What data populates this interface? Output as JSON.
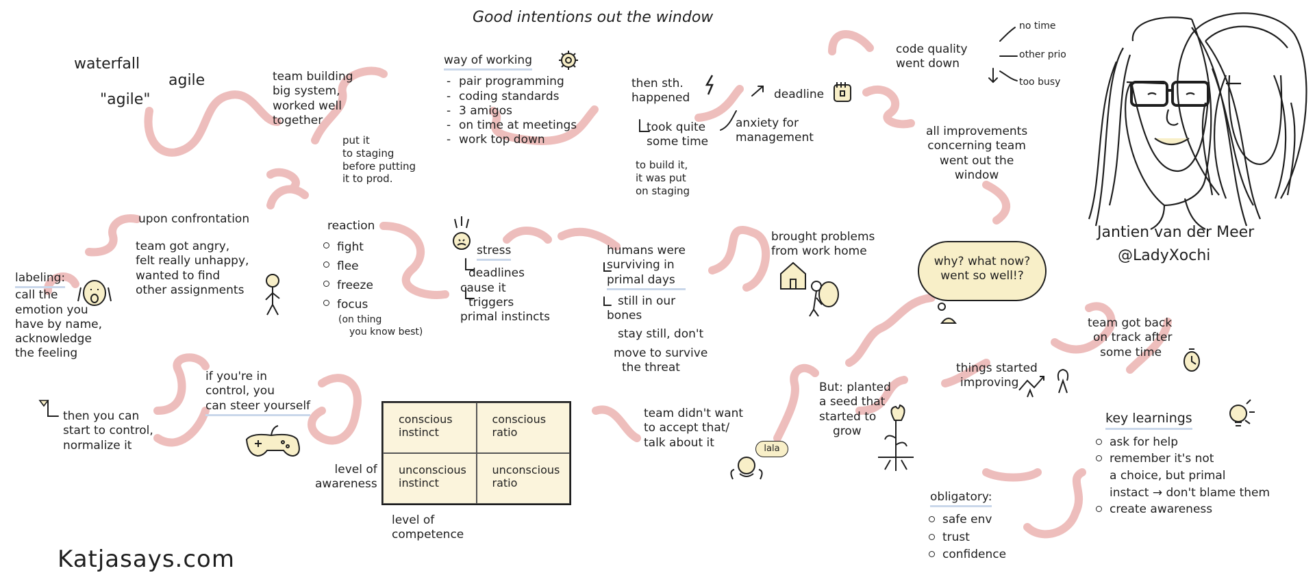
{
  "title": "Good intentions out the window",
  "author": {
    "name": "Jantien van der Meer",
    "handle": "@LadyXochi"
  },
  "footer": "Katjasays.com",
  "history": {
    "waterfall": "waterfall",
    "agile_quoted": "\"agile\"",
    "agile": "agile"
  },
  "team_building": [
    "team building",
    "big system,",
    "worked well",
    "together"
  ],
  "staging": [
    "put it",
    "to staging",
    "before putting",
    "it to prod."
  ],
  "way_of_working": {
    "heading": "way of working",
    "items": [
      "pair programming",
      "coding standards",
      "3 amigos",
      "on time at meetings",
      "work top down"
    ]
  },
  "then_something": [
    "then sth.",
    "happened"
  ],
  "took_time": [
    "took quite",
    "some time",
    "to build it,",
    "it was put",
    "on staging"
  ],
  "deadline": "deadline",
  "anxiety": [
    "anxiety for",
    "management"
  ],
  "code_quality": {
    "lines": [
      "code quality",
      "went down"
    ],
    "reasons": [
      "no time",
      "other prio",
      "too busy"
    ]
  },
  "improvements": [
    "all improvements",
    "concerning team",
    "went out the",
    "window"
  ],
  "confrontation": {
    "heading": "upon confrontation",
    "lines": [
      "team got angry,",
      "felt really unhappy,",
      "wanted to find",
      "other assignments"
    ]
  },
  "reaction": {
    "heading": "reaction",
    "items": [
      "fight",
      "flee",
      "freeze",
      "focus"
    ],
    "focus_note": [
      "(on thing",
      "you know best)"
    ]
  },
  "stress": {
    "heading": "stress",
    "lines": [
      "deadlines",
      "cause it",
      "triggers",
      "primal instincts"
    ]
  },
  "humans": {
    "heading": [
      "humans were",
      "surviving in",
      "primal days"
    ],
    "lines": [
      "still in our",
      "bones",
      "stay still, don't",
      "move to survive",
      "the threat"
    ]
  },
  "brought_problems": [
    "brought problems",
    "from work home"
  ],
  "why_cloud": [
    "why? what now?",
    "went so well!?"
  ],
  "labeling": {
    "heading": "labeling:",
    "lines": [
      "call the",
      "emotion you",
      "have by name,",
      "acknowledge",
      "the feeling"
    ],
    "then": [
      "then you can",
      "start to control,",
      "normalize it"
    ]
  },
  "control": [
    "if you're in",
    "control, you",
    "can steer yourself"
  ],
  "matrix": {
    "cells": [
      [
        "conscious",
        "instinct"
      ],
      [
        "conscious",
        "ratio"
      ],
      [
        "unconscious",
        "instinct"
      ],
      [
        "unconscious",
        "ratio"
      ]
    ],
    "y_label": [
      "level of",
      "awareness"
    ],
    "x_label": [
      "level of",
      "competence"
    ]
  },
  "team_didnt": [
    "team didn't want",
    "to accept that/",
    "talk about it"
  ],
  "lala": "lala",
  "planted": [
    "But: planted",
    "a seed that",
    "started to",
    "grow"
  ],
  "things_started": [
    "things started",
    "improving"
  ],
  "back_on_track": [
    "team got back",
    "on track after",
    "some time"
  ],
  "key_learnings": {
    "heading": "key learnings",
    "items": [
      "ask for help",
      "remember it's not",
      "create awareness"
    ],
    "item2_more": [
      "a choice, but primal",
      "instact → don't blame them"
    ]
  },
  "obligatory": {
    "heading": "obligatory:",
    "items": [
      "safe env",
      "trust",
      "confidence"
    ]
  },
  "colors": {
    "path": "#e8a8a6",
    "ink": "#1e1e1e",
    "underline": "#c9d7ea",
    "yellow": "#f8efc8"
  },
  "icons": [
    "gear-icon",
    "lightning-icon",
    "calendar-icon",
    "lightbulb-icon",
    "gamepad-icon",
    "house-icon",
    "flower-icon",
    "portrait-illustration"
  ]
}
